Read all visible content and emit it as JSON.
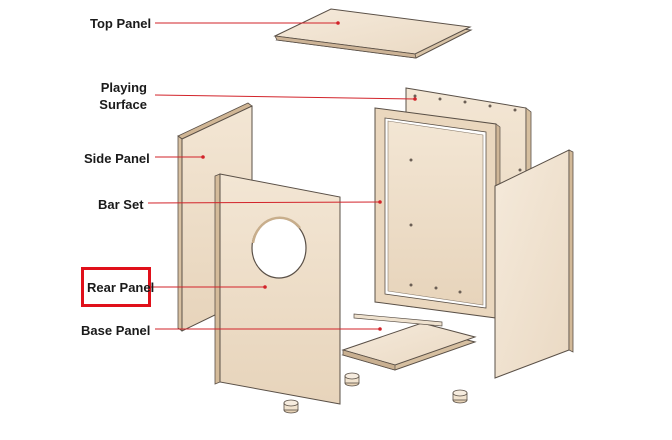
{
  "labels": {
    "top_panel": "Top Panel",
    "playing_surface_line1": "Playing",
    "playing_surface_line2": "Surface",
    "side_panel": "Side Panel",
    "bar_set": "Bar Set",
    "rear_panel": "Rear Panel",
    "base_panel": "Base Panel"
  },
  "colors": {
    "leader_line": "#d2232a",
    "highlight": "#e0101a",
    "wood_face": "#f1e4d2",
    "wood_edge": "#dcc7ac",
    "outline": "#5a5047"
  }
}
